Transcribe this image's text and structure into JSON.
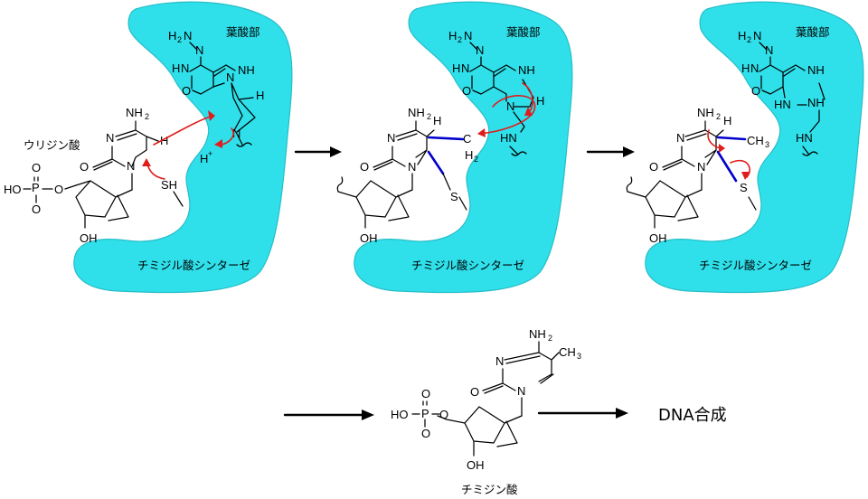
{
  "labels": {
    "folate": "葉酸部",
    "uridylate": "ウリジン酸",
    "enzyme": "チミジル酸シンターゼ",
    "thymidylate": "チミジン酸",
    "dna": "DNA合成"
  },
  "atoms": {
    "nh2": "NH",
    "h2_sub": "2",
    "n": "N",
    "o": "O",
    "h": "H",
    "nh": "NH",
    "hn": "HN",
    "hplus": "H",
    "plus": "+",
    "sh": "SH",
    "s": "S",
    "ho": "HO",
    "p": "P",
    "oh": "OH",
    "ch2_c": "C",
    "ch3": "CH",
    "ch3_sub": "3"
  },
  "colors": {
    "enzyme": "#2fe0ea",
    "new_bond": "#0000cc",
    "electron_arrow": "#e01c1c"
  }
}
